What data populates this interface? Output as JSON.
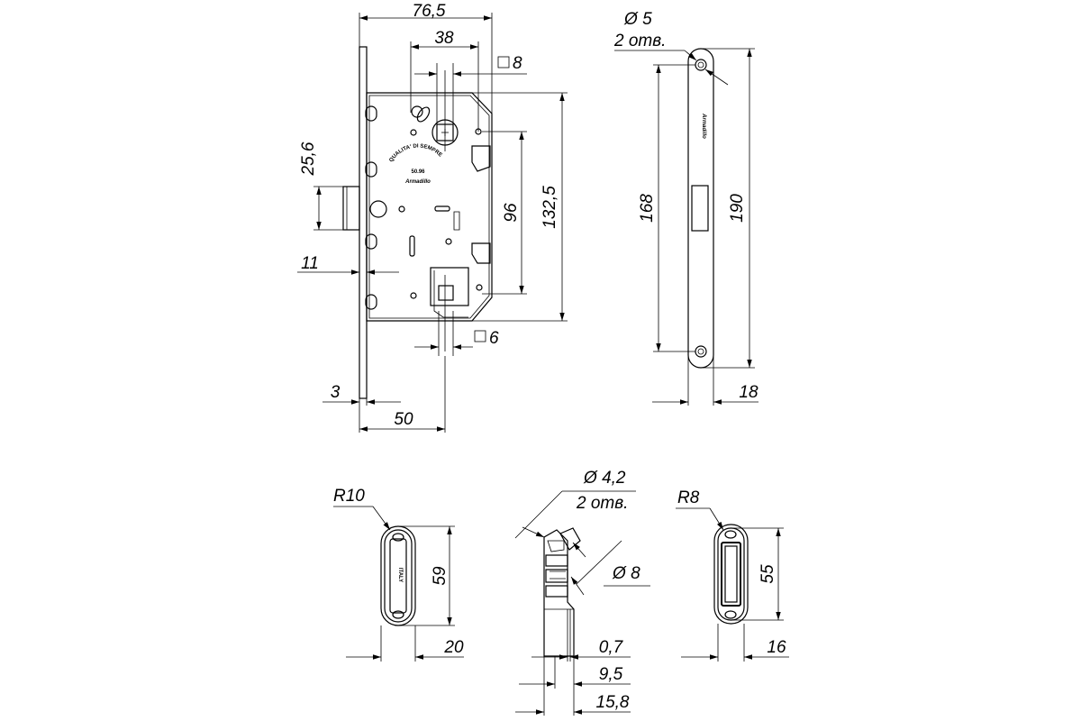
{
  "dimensions": {
    "lock_width": "76,5",
    "spindle_offset": "38",
    "spindle_square": "8",
    "latch_height": "25,6",
    "center_distance": "96",
    "body_height": "132,5",
    "faceplate_offset": "11",
    "faceplate_thickness": "3",
    "backset": "50",
    "thumbturn_square": "6",
    "faceplate_hole_dia": "5",
    "faceplate_holes": "2 отв.",
    "faceplate_hole_distance": "168",
    "faceplate_length": "190",
    "faceplate_width": "18",
    "strike_radius": "R10",
    "strike_height": "59",
    "strike_width": "20",
    "side_hole_dia": "4,2",
    "side_holes": "2 отв.",
    "side_pin_dia": "8",
    "side_thk_1": "0,7",
    "side_thk_2": "9,5",
    "side_thk_3": "15,8",
    "cover_radius": "R8",
    "cover_height": "55",
    "cover_width": "16"
  },
  "markings": {
    "brand": "Armadillo",
    "quality": "QUALITA' DI SEMPRE",
    "model": "50.96",
    "origin": "ITALY"
  }
}
